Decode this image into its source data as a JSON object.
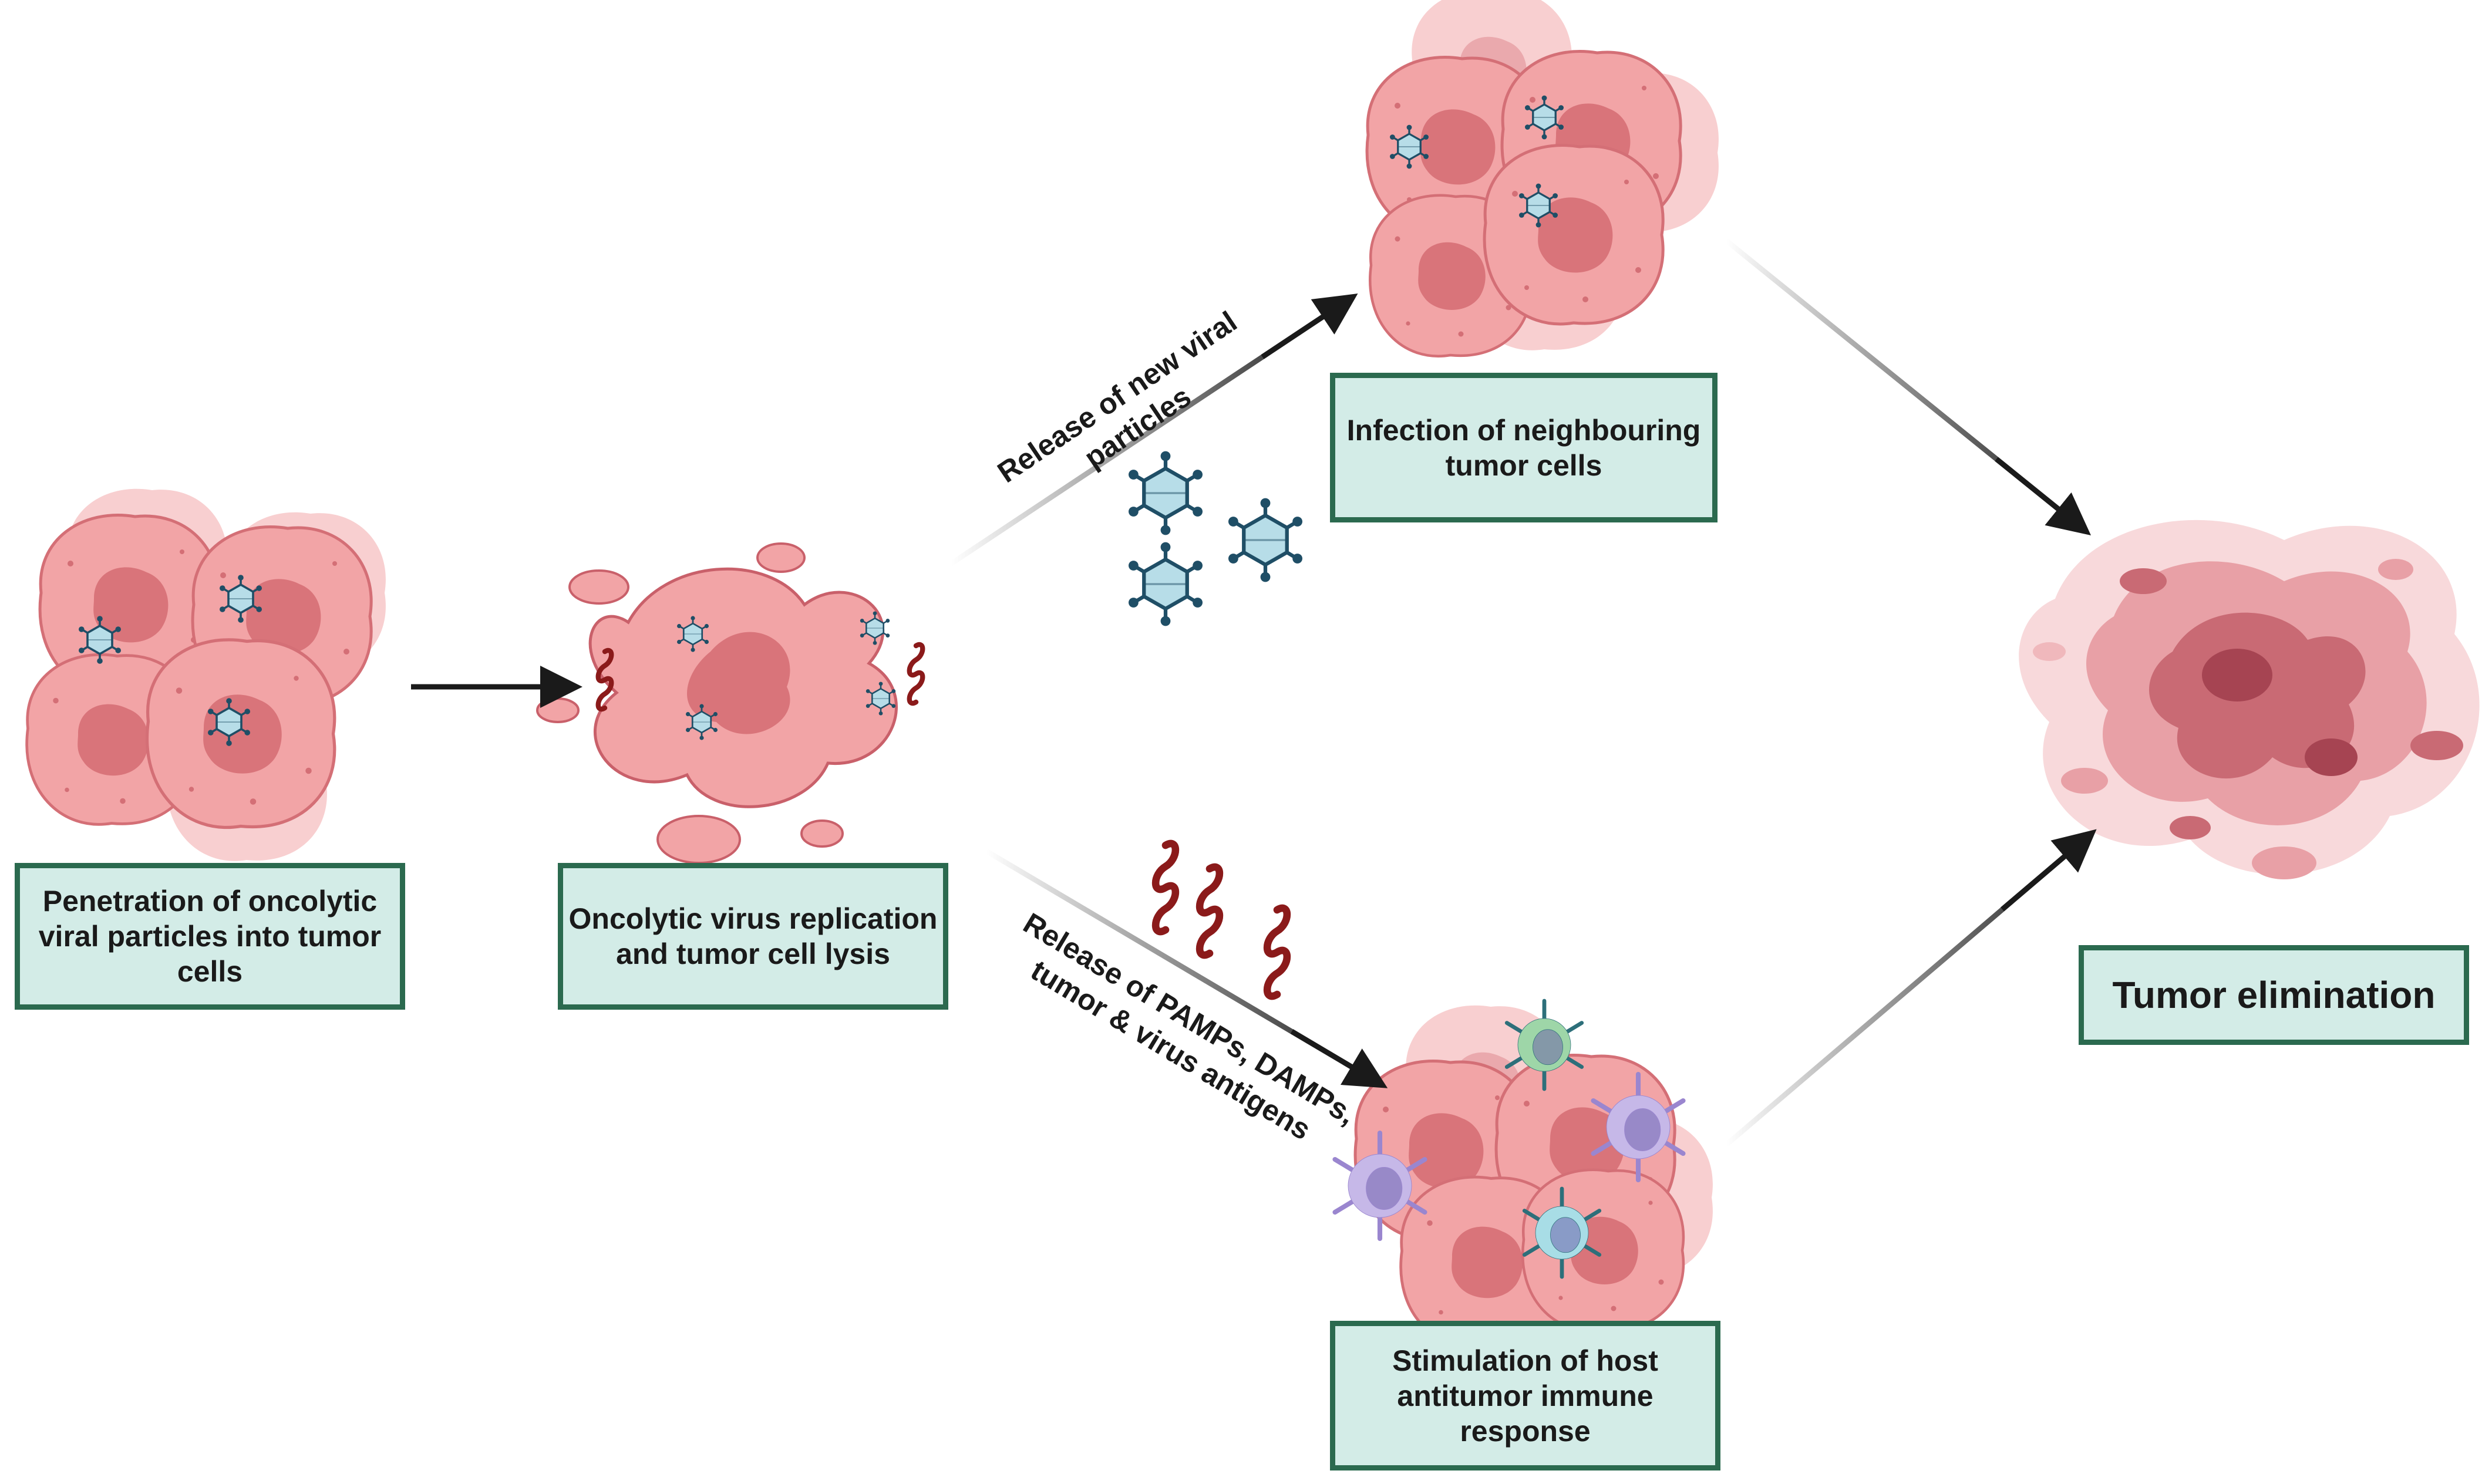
{
  "steps": {
    "penetration": "Penetration of oncolytic\nviral particles into tumor\ncells",
    "replication": "Oncolytic virus replication\nand tumor cell lysis",
    "infection": "Infection of neighbouring\ntumor cells",
    "stimulation": "Stimulation of host\nantitumor immune\nresponse",
    "elimination": "Tumor elimination"
  },
  "arrow_labels": {
    "release_viral": "Release of new viral\nparticles",
    "release_pamps": "Release of PAMPs, DAMPs,\ntumor & virus antigens"
  },
  "colors": {
    "box_fill": "#d3ece7",
    "box_border": "#2b6a4f",
    "tumor_cell": "#f2a4a6",
    "tumor_nucleus": "#d9747a",
    "virus": "#b7dde8",
    "virus_outline": "#1f4e66",
    "rna": "#8b1a1a",
    "immune_purple": "#c6b8e8",
    "immune_green": "#9ed6a8",
    "immune_cyan": "#a8dde6",
    "dead_tissue": "#c96a74"
  }
}
